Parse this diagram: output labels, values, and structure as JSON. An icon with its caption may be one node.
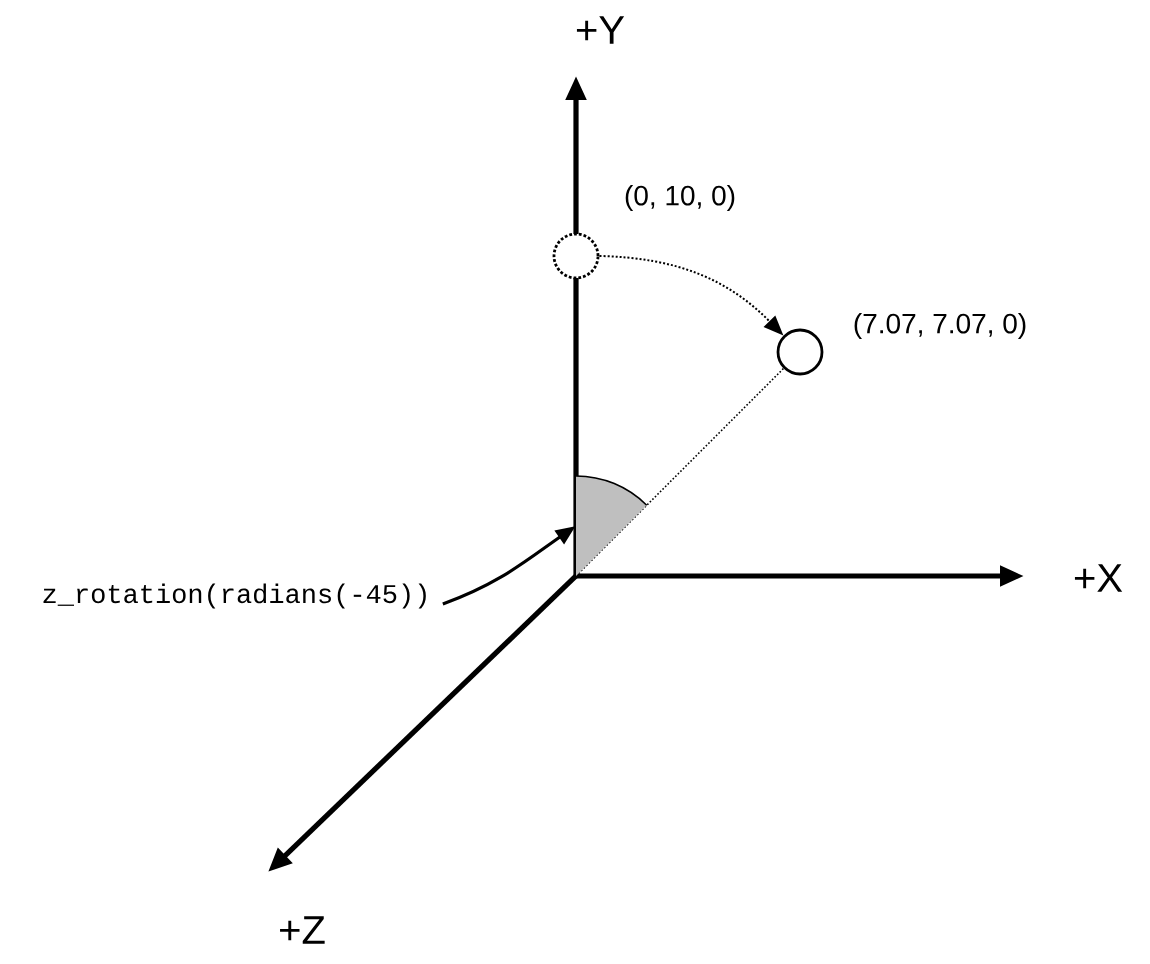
{
  "diagram": {
    "nodes": [
      {
        "text": [],
        "shape": "circle",
        "beside": [
          "(0, 10, 0)"
        ]
      },
      {
        "text": [],
        "shape": "circle",
        "beside": [
          "(7.07, 7.07, 0)"
        ]
      },
      {
        "text": [
          "z_rotation(radians(-45))"
        ]
      },
      {
        "text": [],
        "shape": "sector"
      }
    ],
    "edges": [
      {
        "from": 0,
        "to": 1,
        "arrow": "to",
        "style": "dashed"
      },
      {
        "from": 2,
        "to": 3,
        "arrow": "to"
      }
    ],
    "labels": [
      "+Y",
      "+X",
      "+Z"
    ]
  }
}
